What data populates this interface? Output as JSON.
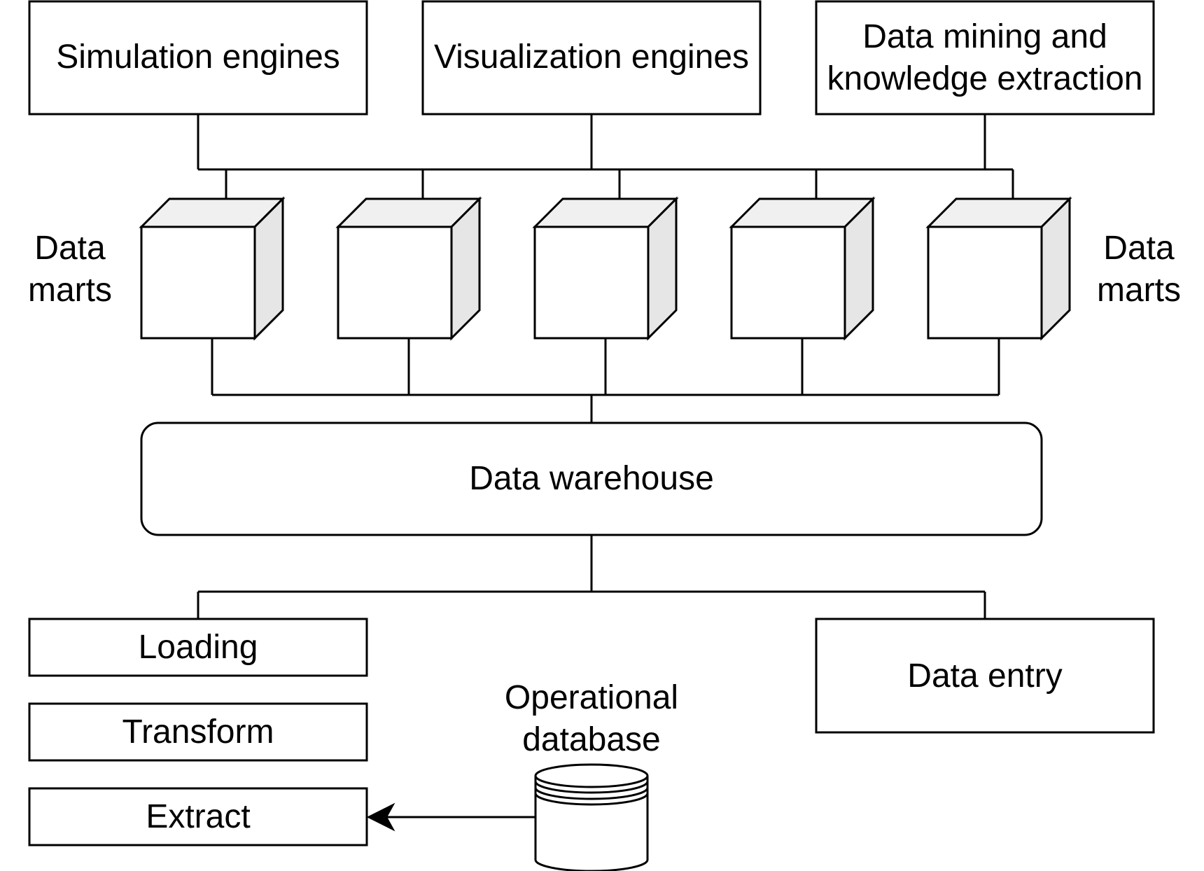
{
  "diagram": {
    "top_boxes": {
      "simulation": "Simulation engines",
      "visualization": "Visualization engines",
      "data_mining_line1": "Data mining and",
      "data_mining_line2": "knowledge extraction"
    },
    "data_marts_label_left": {
      "line1": "Data",
      "line2": "marts"
    },
    "data_marts_label_right": {
      "line1": "Data",
      "line2": "marts"
    },
    "warehouse": "Data warehouse",
    "etl": {
      "loading": "Loading",
      "transform": "Transform",
      "extract": "Extract"
    },
    "data_entry": "Data entry",
    "operational_db": {
      "line1": "Operational",
      "line2": "database"
    },
    "colors": {
      "stroke": "#000000",
      "fill": "#ffffff",
      "cube_side": "#e6e6e6",
      "cube_top": "#f0f0f0"
    }
  }
}
